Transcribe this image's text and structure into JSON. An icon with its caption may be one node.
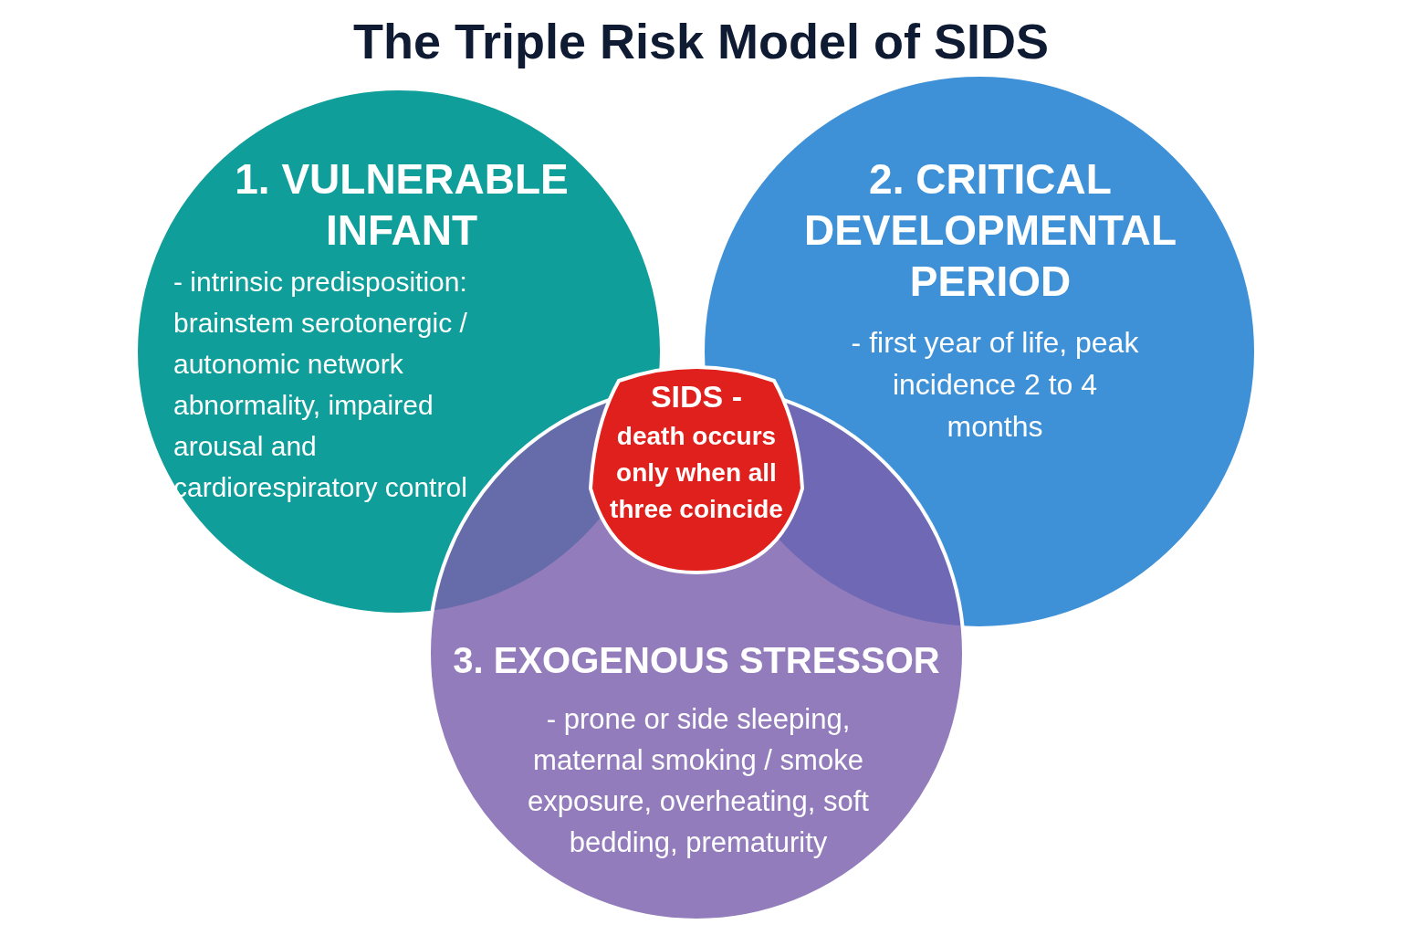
{
  "diagram": {
    "title": "The Triple Risk Model of SIDS",
    "nodes": [
      {
        "text": [
          "1. VULNERABLE INFANT",
          "- intrinsic predisposition: brainstem serotonergic / autonomic network abnormality, impaired arousal and cardiorespiratory control"
        ]
      },
      {
        "text": [
          "2. CRITICAL DEVELOPMENTAL PERIOD",
          "- first year of life, peak incidence 2 to 4 months"
        ]
      },
      {
        "text": [
          "3. EXOGENOUS STRESSOR",
          "- prone or side sleeping, maternal smoking / smoke exposure, overheating, soft bedding, prematurity"
        ]
      },
      {
        "text": [
          "SIDS -",
          "death occurs only when all three coincide"
        ]
      }
    ],
    "edges": []
  }
}
